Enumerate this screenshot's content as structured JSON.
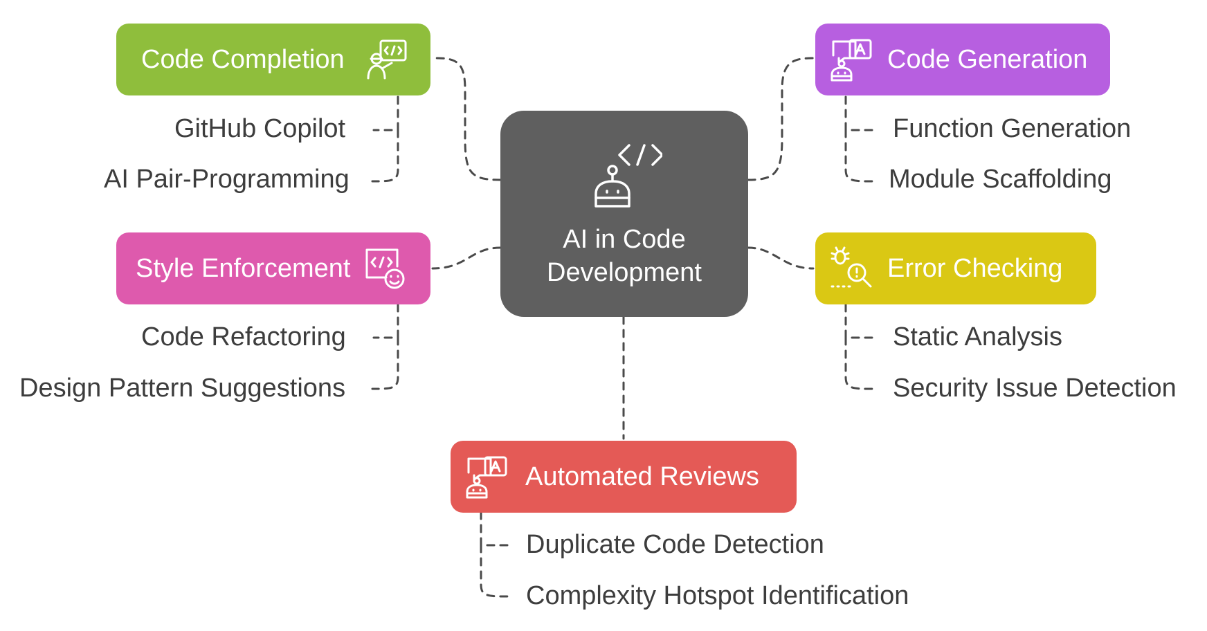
{
  "center": {
    "title": "AI in Code Development",
    "icon": "robot-code-icon",
    "color": "#5f5f5f"
  },
  "branches": [
    {
      "id": "code-completion",
      "title": "Code Completion",
      "color": "#8fbe3c",
      "icon": "coder-icon",
      "items": [
        "GitHub Copilot",
        "AI Pair-Programming"
      ]
    },
    {
      "id": "code-generation",
      "title": "Code Generation",
      "color": "#b75fe0",
      "icon": "robot-chat-icon",
      "items": [
        "Function Generation",
        "Module Scaffolding"
      ]
    },
    {
      "id": "style-enforcement",
      "title": "Style Enforcement",
      "color": "#de5aad",
      "icon": "code-window-face-icon",
      "items": [
        "Code Refactoring",
        "Design Pattern Suggestions"
      ]
    },
    {
      "id": "error-checking",
      "title": "Error Checking",
      "color": "#dac814",
      "icon": "bug-search-icon",
      "items": [
        "Static Analysis",
        "Security Issue Detection"
      ]
    },
    {
      "id": "automated-reviews",
      "title": "Automated Reviews",
      "color": "#e45a56",
      "icon": "robot-chat-icon",
      "items": [
        "Duplicate Code Detection",
        "Complexity Hotspot Identification"
      ]
    }
  ],
  "connector_color": "#4a4a4a"
}
